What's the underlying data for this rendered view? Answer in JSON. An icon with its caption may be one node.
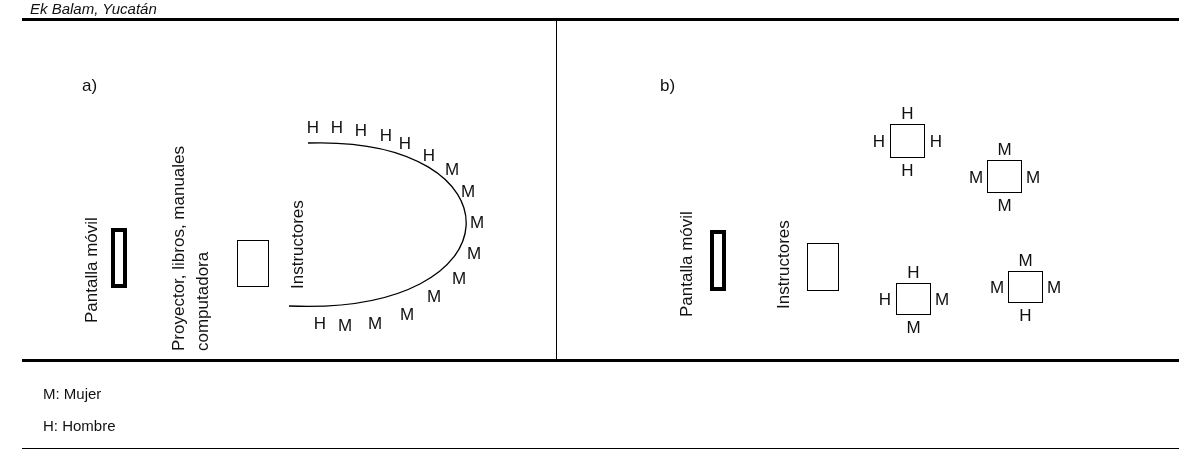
{
  "diagram": {
    "title": "Ek Balam, Yucatán",
    "nodes": [
      {
        "text": [
          "a)"
        ]
      },
      {
        "text": [],
        "shape": "bar",
        "in": 0,
        "beside": [
          "Pantalla móvil"
        ]
      },
      {
        "text": [],
        "shape": "box",
        "in": 0,
        "beside": [
          "Proyector, libros, manuales computadora"
        ]
      },
      {
        "text": [
          "b)"
        ]
      },
      {
        "text": [],
        "shape": "bar",
        "in": 3,
        "beside": [
          "Pantalla móvil"
        ]
      },
      {
        "text": [],
        "shape": "box",
        "in": 3,
        "beside": [
          "Instructores"
        ]
      },
      {
        "text": [],
        "shape": "box",
        "in": 3,
        "beside": [
          "H",
          "H",
          "H",
          "H"
        ]
      },
      {
        "text": [],
        "shape": "box",
        "in": 3,
        "beside": [
          "M",
          "M",
          "M",
          "M"
        ]
      },
      {
        "text": [],
        "shape": "box",
        "in": 3,
        "beside": [
          "H",
          "H",
          "M",
          "M"
        ]
      },
      {
        "text": [],
        "shape": "box",
        "in": 3,
        "beside": [
          "M",
          "M",
          "M",
          "H"
        ]
      }
    ],
    "labels": [
      "Instructores",
      "H",
      "H",
      "H",
      "H",
      "H",
      "H",
      "M",
      "M",
      "M",
      "M",
      "M",
      "M",
      "M",
      "M",
      "M",
      "H",
      "M: Mujer",
      "H: Hombre"
    ]
  }
}
